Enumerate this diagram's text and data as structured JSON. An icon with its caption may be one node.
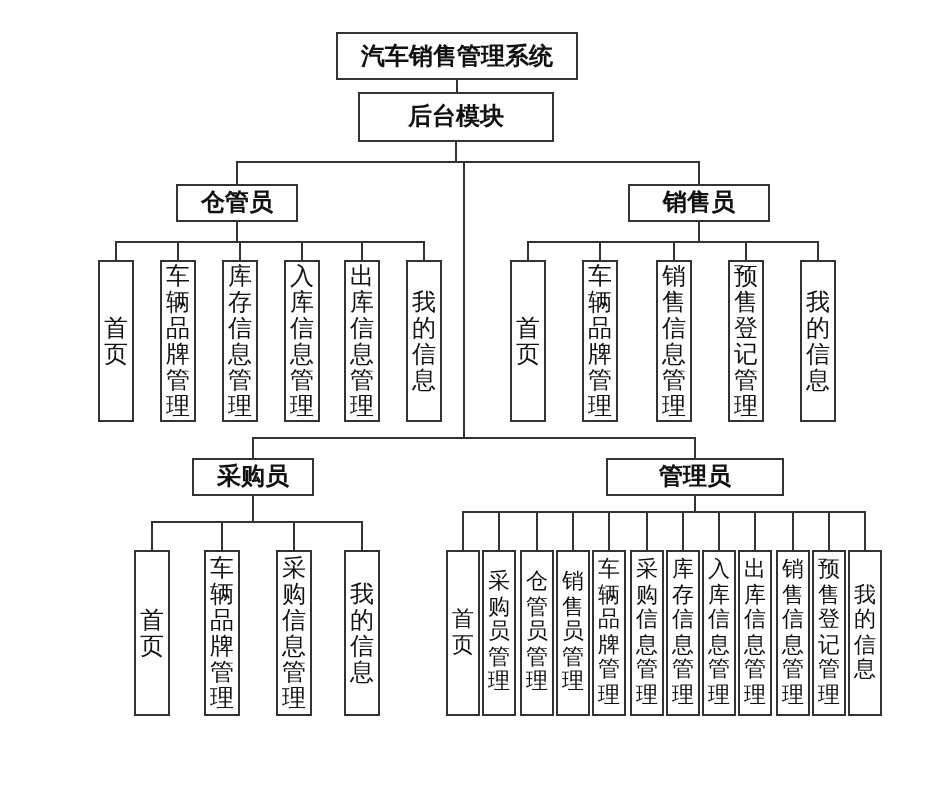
{
  "diagram": {
    "nodes": [
      {
        "text": [
          "汽车销售管理系统"
        ]
      },
      {
        "text": [
          "后台模块"
        ]
      },
      {
        "text": [
          "仓管员"
        ]
      },
      {
        "text": [
          "销售员"
        ]
      },
      {
        "text": [
          "首页"
        ]
      },
      {
        "text": [
          "车辆品牌管理"
        ]
      },
      {
        "text": [
          "库存信息管理"
        ]
      },
      {
        "text": [
          "入库信息管理"
        ]
      },
      {
        "text": [
          "出库信息管理"
        ]
      },
      {
        "text": [
          "我的信息"
        ]
      },
      {
        "text": [
          "首页"
        ]
      },
      {
        "text": [
          "车辆品牌管理"
        ]
      },
      {
        "text": [
          "销售信息管理"
        ]
      },
      {
        "text": [
          "预售登记管理"
        ]
      },
      {
        "text": [
          "我的信息"
        ]
      },
      {
        "text": [
          "采购员"
        ]
      },
      {
        "text": [
          "管理员"
        ]
      },
      {
        "text": [
          "首页"
        ]
      },
      {
        "text": [
          "车辆品牌管理"
        ]
      },
      {
        "text": [
          "采购信息管理"
        ]
      },
      {
        "text": [
          "我的信息"
        ]
      },
      {
        "text": [
          "首页"
        ]
      },
      {
        "text": [
          "采购员管理"
        ]
      },
      {
        "text": [
          "仓管员管理"
        ]
      },
      {
        "text": [
          "销售员管理"
        ]
      },
      {
        "text": [
          "车辆品牌管理"
        ]
      },
      {
        "text": [
          "采购信息管理"
        ]
      },
      {
        "text": [
          "库存信息管理"
        ]
      },
      {
        "text": [
          "入库信息管理"
        ]
      },
      {
        "text": [
          "出库信息管理"
        ]
      },
      {
        "text": [
          "销售信息管理"
        ]
      },
      {
        "text": [
          "预售登记管理"
        ]
      },
      {
        "text": [
          "我的信息"
        ]
      }
    ],
    "edges": [
      {
        "from": 0,
        "to": 1,
        "arrow": "none"
      },
      {
        "from": 1,
        "to": 2,
        "arrow": "none"
      },
      {
        "from": 1,
        "to": 3,
        "arrow": "none"
      },
      {
        "from": 1,
        "to": 15,
        "arrow": "none"
      },
      {
        "from": 1,
        "to": 16,
        "arrow": "none"
      },
      {
        "from": 2,
        "to": 4,
        "arrow": "none"
      },
      {
        "from": 2,
        "to": 5,
        "arrow": "none"
      },
      {
        "from": 2,
        "to": 6,
        "arrow": "none"
      },
      {
        "from": 2,
        "to": 7,
        "arrow": "none"
      },
      {
        "from": 2,
        "to": 8,
        "arrow": "none"
      },
      {
        "from": 2,
        "to": 9,
        "arrow": "none"
      },
      {
        "from": 3,
        "to": 10,
        "arrow": "none"
      },
      {
        "from": 3,
        "to": 11,
        "arrow": "none"
      },
      {
        "from": 3,
        "to": 12,
        "arrow": "none"
      },
      {
        "from": 3,
        "to": 13,
        "arrow": "none"
      },
      {
        "from": 3,
        "to": 14,
        "arrow": "none"
      },
      {
        "from": 15,
        "to": 17,
        "arrow": "none"
      },
      {
        "from": 15,
        "to": 18,
        "arrow": "none"
      },
      {
        "from": 15,
        "to": 19,
        "arrow": "none"
      },
      {
        "from": 15,
        "to": 20,
        "arrow": "none"
      },
      {
        "from": 16,
        "to": 21,
        "arrow": "none"
      },
      {
        "from": 16,
        "to": 22,
        "arrow": "none"
      },
      {
        "from": 16,
        "to": 23,
        "arrow": "none"
      },
      {
        "from": 16,
        "to": 24,
        "arrow": "none"
      },
      {
        "from": 16,
        "to": 25,
        "arrow": "none"
      },
      {
        "from": 16,
        "to": 26,
        "arrow": "none"
      },
      {
        "from": 16,
        "to": 27,
        "arrow": "none"
      },
      {
        "from": 16,
        "to": 28,
        "arrow": "none"
      },
      {
        "from": 16,
        "to": 29,
        "arrow": "none"
      },
      {
        "from": 16,
        "to": 30,
        "arrow": "none"
      },
      {
        "from": 16,
        "to": 31,
        "arrow": "none"
      },
      {
        "from": 16,
        "to": 32,
        "arrow": "none"
      }
    ]
  }
}
